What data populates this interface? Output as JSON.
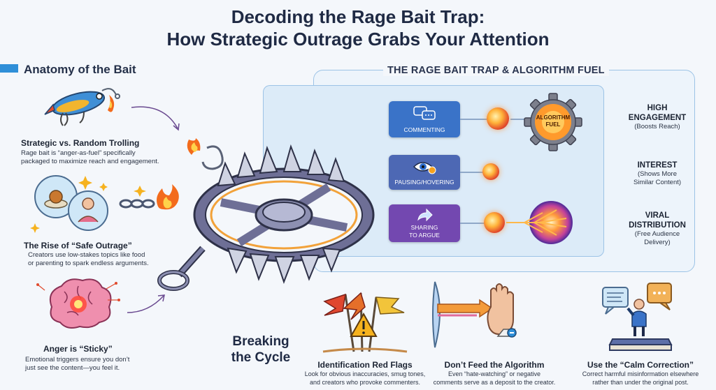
{
  "header": {
    "title_line1": "Decoding the Rage Bait Trap:",
    "title_line2": "How Strategic Outrage Grabs Your Attention"
  },
  "anatomy": {
    "heading": "Anatomy of the Bait",
    "items": [
      {
        "title": "Strategic vs. Random Trolling",
        "desc_line1": "Rage bait is “anger-as-fuel” specifically",
        "desc_line2": "packaged to maximize reach and engagement."
      },
      {
        "title": "The Rise of “Safe Outrage”",
        "desc_line1": "Creators use low-stakes topics like food",
        "desc_line2": "or parenting to spark endless arguments."
      },
      {
        "title": "Anger is “Sticky”",
        "desc_line1": "Emotional triggers ensure you don’t",
        "desc_line2": "just see the content—you feel it."
      }
    ]
  },
  "trap_panel": {
    "heading": "THE RAGE BAIT TRAP & ALGORITHM FUEL",
    "actions": [
      {
        "label": "COMMENTING",
        "color": "#3a73c8",
        "icon": "speech-bubbles-icon"
      },
      {
        "label": "PAUSING/HOVERING",
        "color": "#4d68b4",
        "icon": "eye-clock-icon"
      },
      {
        "label_line1": "SHARING",
        "label_line2": "TO ARGUE",
        "color": "#7348b0",
        "icon": "share-arrow-icon"
      }
    ],
    "gear_label_line1": "ALGORITHM",
    "gear_label_line2": "FUEL",
    "outcomes": [
      {
        "title_line1": "HIGH",
        "title_line2": "ENGAGEMENT",
        "desc_line1": "(Boosts Reach)"
      },
      {
        "title_line1": "INTEREST",
        "desc_line1": "(Shows More",
        "desc_line2": "Similar Content)"
      },
      {
        "title_line1": "VIRAL",
        "title_line2": "DISTRIBUTION",
        "desc_line1": "(Free Audience",
        "desc_line2": "Delivery)"
      }
    ]
  },
  "breaking": {
    "line1": "Breaking",
    "line2": "the Cycle",
    "items": [
      {
        "title": "Identification Red Flags",
        "desc_line1": "Look for obvious inaccuracies, smug tones,",
        "desc_line2": "and creators who provoke commenters."
      },
      {
        "title": "Don’t Feed the Algorithm",
        "desc_line1": "Even “hate-watching” or negative",
        "desc_line2": "comments serve as a deposit to the creator."
      },
      {
        "title": "Use the “Calm Correction”",
        "desc_line1": "Correct harmful misinformation elsewhere",
        "desc_line2": "rather than under the original post."
      }
    ]
  },
  "colors": {
    "accent": "#2f8fd8",
    "panel_border": "#9cc3e6",
    "commenting": "#3a73c8",
    "pausing": "#4d68b4",
    "sharing": "#7348b0",
    "orb": "#ff8a2b"
  }
}
